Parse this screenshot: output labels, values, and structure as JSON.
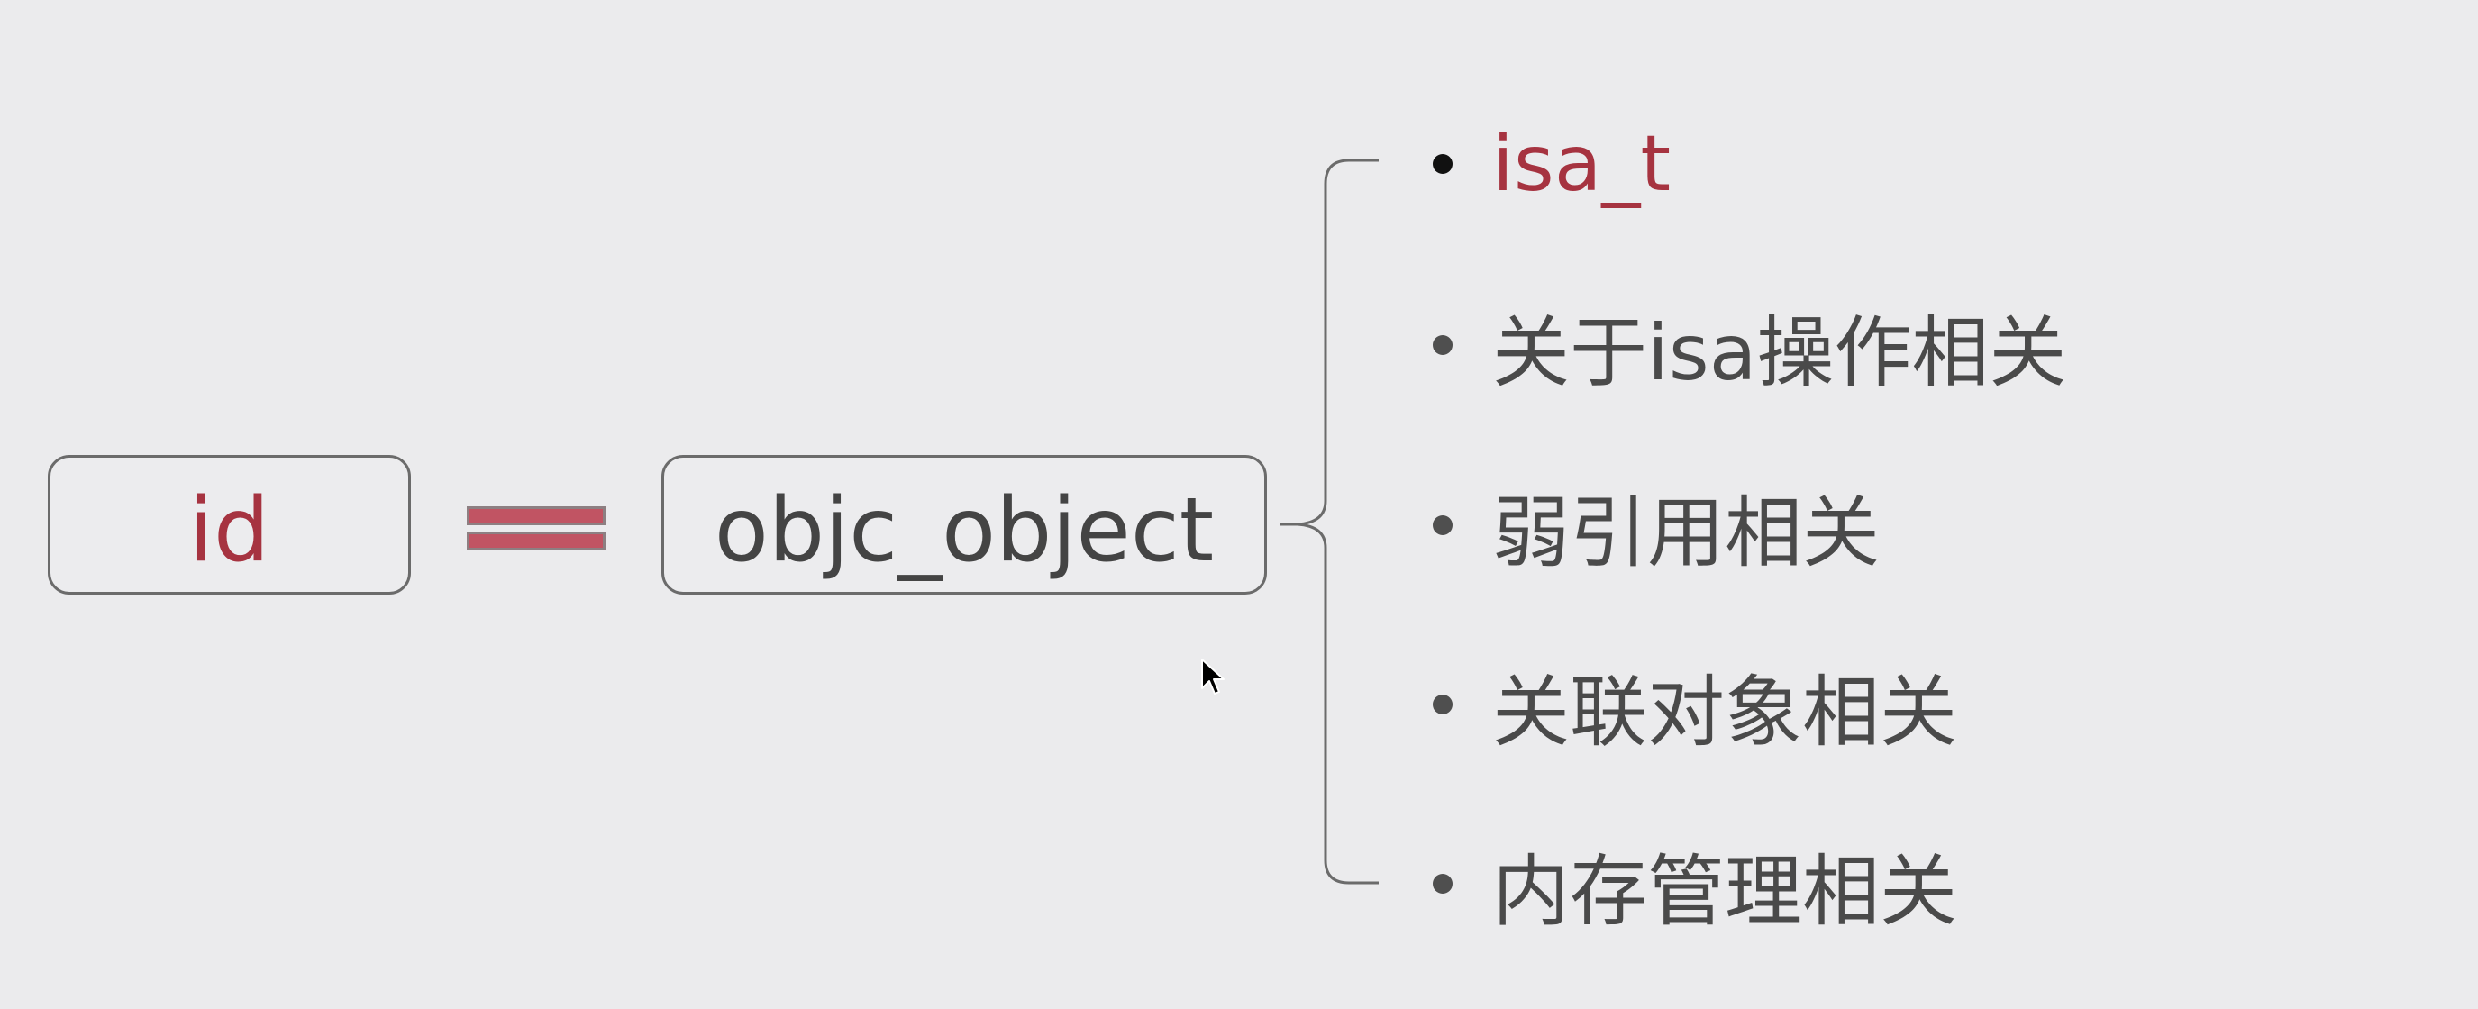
{
  "diagram": {
    "left_box": {
      "label": "id"
    },
    "right_box": {
      "label": "objc_object"
    },
    "members": [
      {
        "label": "isa_t"
      },
      {
        "label": "关于isa操作相关"
      },
      {
        "label": "弱引用相关"
      },
      {
        "label": "关联对象相关"
      },
      {
        "label": "内存管理相关"
      }
    ]
  },
  "colors": {
    "background": "#ebebed",
    "accent_red": "#a63340",
    "text_gray": "#4a4a4a",
    "box_border": "#6b6b6b",
    "equals_bars": "#c15463"
  },
  "icons": {
    "equals": "equals-sign-icon",
    "brace": "curly-brace-icon",
    "cursor": "mouse-pointer-icon"
  }
}
